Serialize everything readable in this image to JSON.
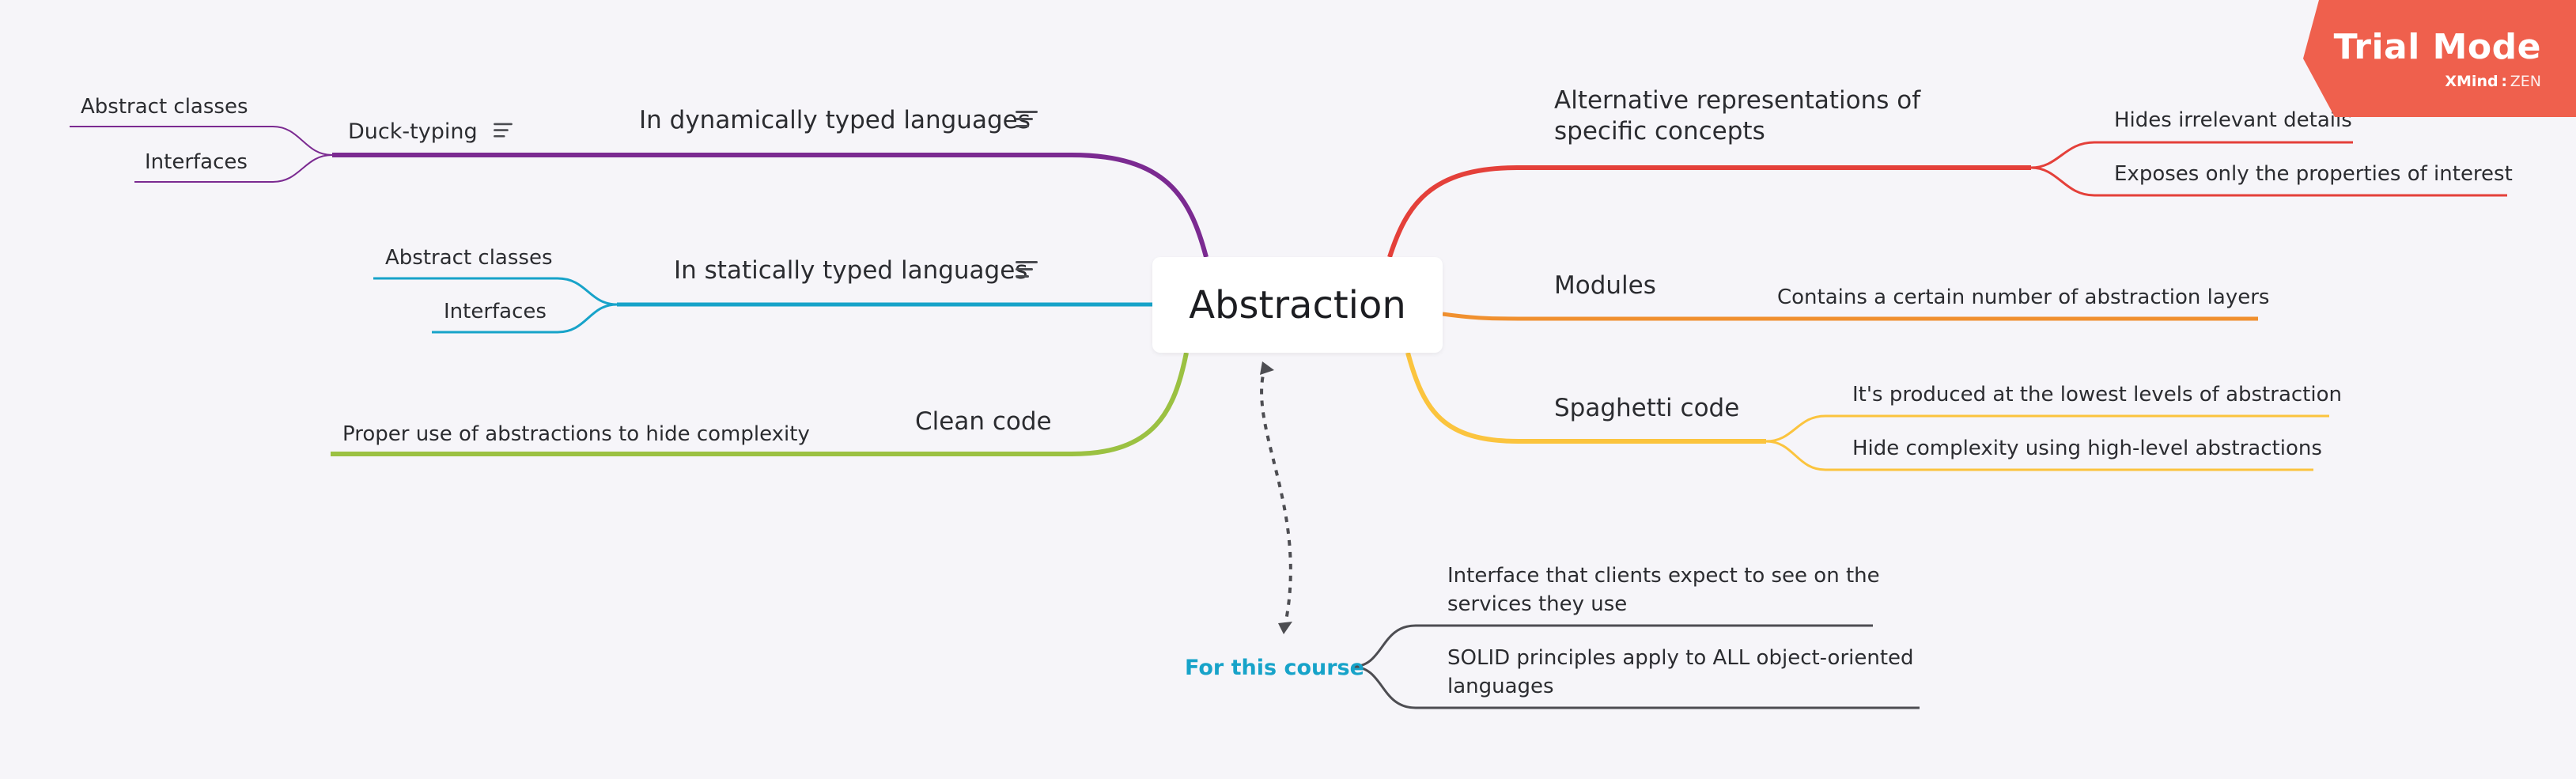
{
  "central": {
    "label": "Abstraction"
  },
  "branches": {
    "dynamic": {
      "label": "In dynamically typed languages",
      "color": "#7b2a91",
      "sub": {
        "label": "Duck-typing",
        "children": [
          "Abstract classes",
          "Interfaces"
        ]
      }
    },
    "static": {
      "label": "In statically typed languages",
      "color": "#17a3c9",
      "children": [
        "Abstract classes",
        "Interfaces"
      ]
    },
    "clean": {
      "label": "Clean code",
      "color": "#9bc142",
      "children": [
        "Proper use of abstractions to hide complexity"
      ]
    },
    "alternative": {
      "label": "Alternative representations of specific concepts",
      "color": "#e4403a",
      "children": [
        "Hides irrelevant details",
        "Exposes only the properties of interest"
      ]
    },
    "modules": {
      "label": "Modules",
      "color": "#f0902f",
      "children": [
        "Contains a certain number of abstraction layers"
      ]
    },
    "spaghetti": {
      "label": "Spaghetti code",
      "color": "#fbc43e",
      "children": [
        "It's produced at the lowest levels of abstraction",
        "Hide complexity using high-level abstractions"
      ]
    }
  },
  "floating": {
    "label": "For this course",
    "color": "#17a3c9",
    "children": [
      "Interface that clients expect to see on the services they use",
      "SOLID principles apply to ALL object-oriented languages"
    ]
  },
  "trial": {
    "title": "Trial Mode",
    "brand": "XMind",
    "edition": "ZEN",
    "color": "#ef604d"
  }
}
